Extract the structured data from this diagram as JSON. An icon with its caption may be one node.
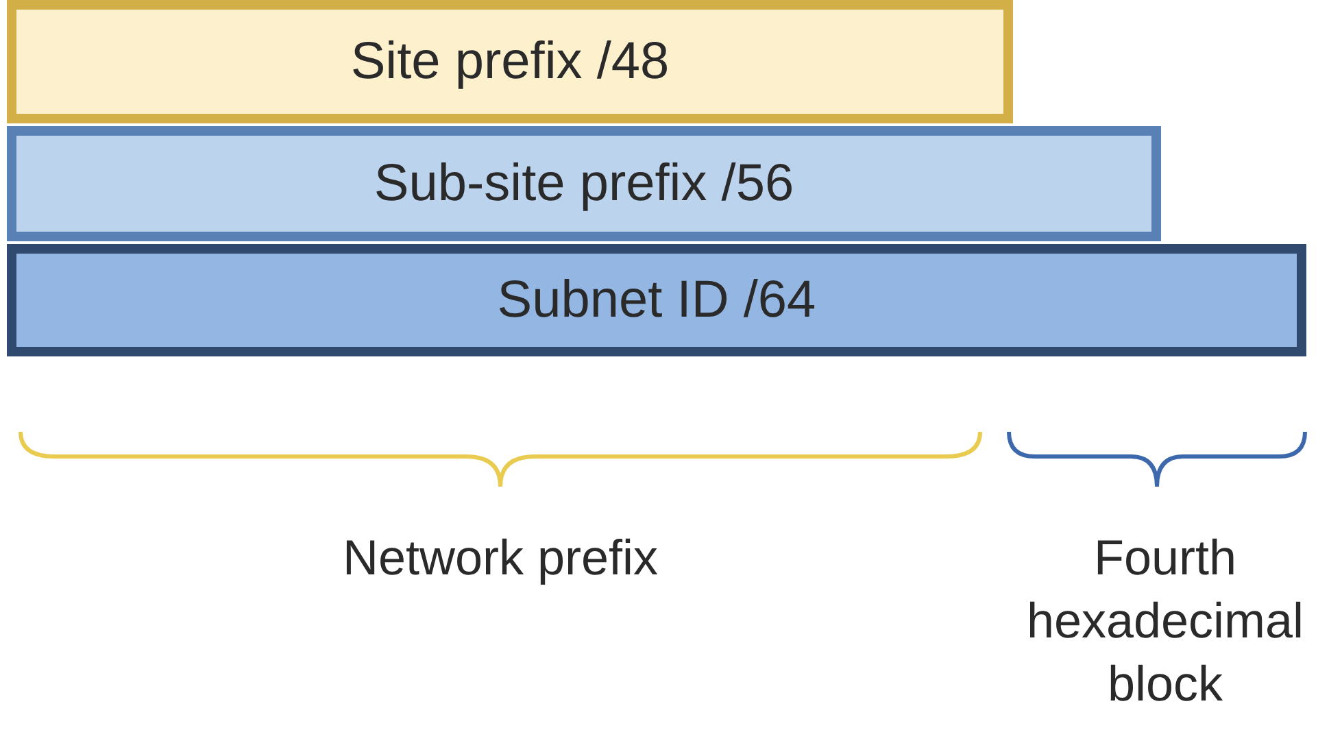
{
  "diagram": {
    "nodes": [
      {
        "text": [
          "Site prefix /48"
        ]
      },
      {
        "text": [
          "Sub-site prefix /56"
        ]
      },
      {
        "text": [
          "Subnet ID /64"
        ]
      }
    ],
    "labels": [
      "Network prefix",
      "Fourth hexadecimal block"
    ]
  }
}
